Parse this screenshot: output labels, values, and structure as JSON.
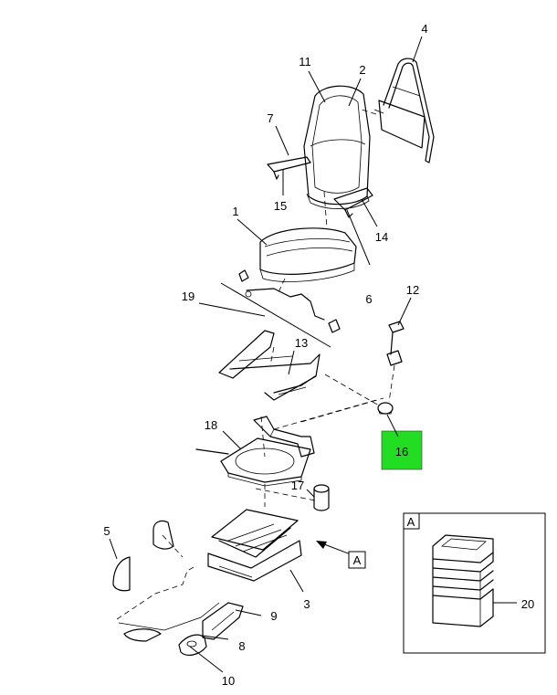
{
  "diagram": {
    "callouts": [
      "1",
      "2",
      "3",
      "4",
      "5",
      "6",
      "7",
      "8",
      "9",
      "10",
      "11",
      "12",
      "13",
      "14",
      "15",
      "16",
      "17",
      "18",
      "19",
      "20"
    ],
    "highlighted_callout": "16",
    "highlight_color": "#22dd22",
    "view_ref": "A",
    "detail_view_label": "A"
  }
}
